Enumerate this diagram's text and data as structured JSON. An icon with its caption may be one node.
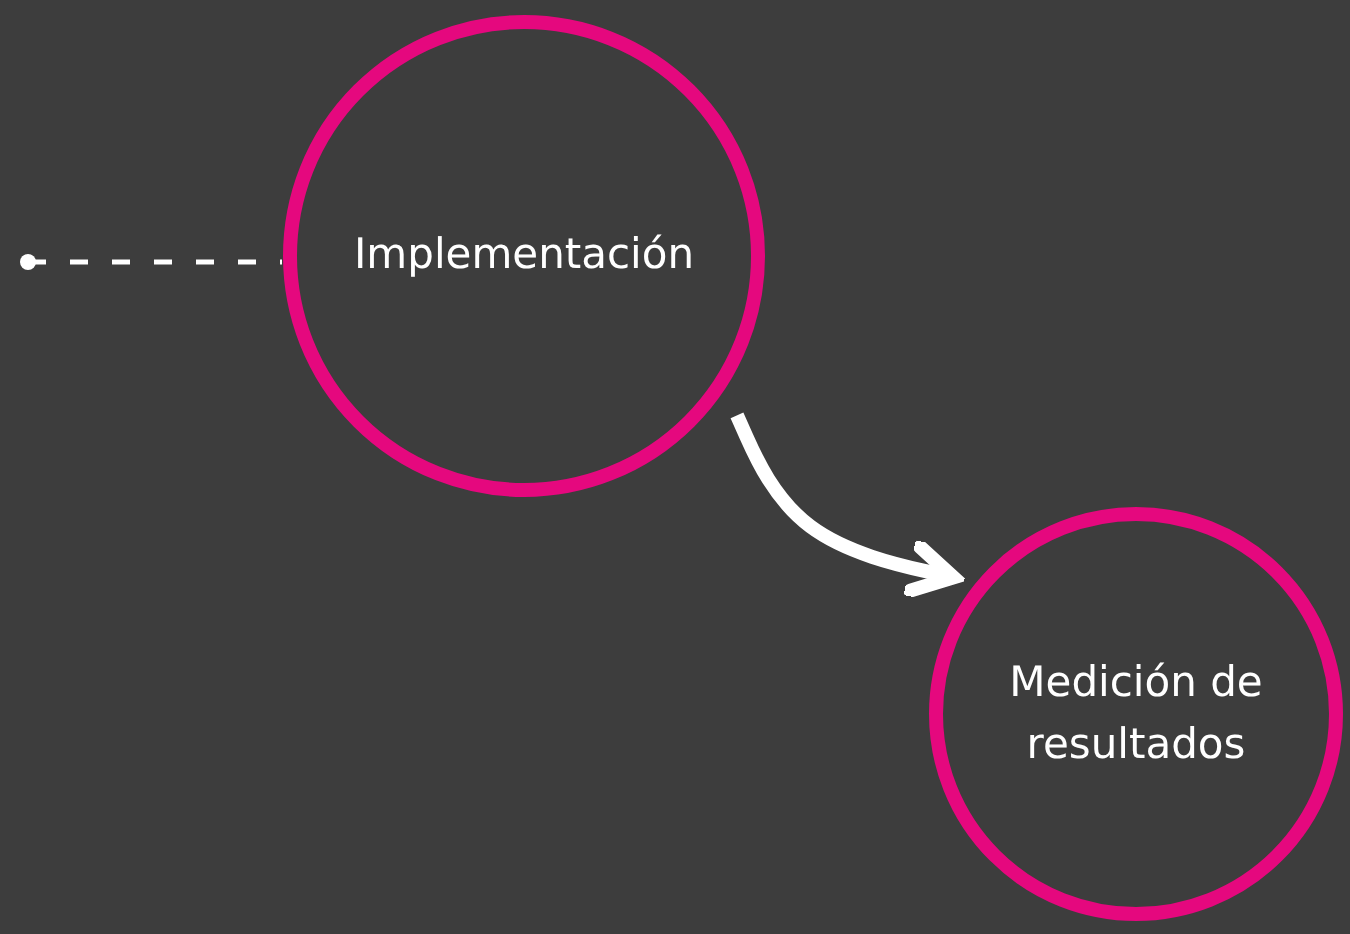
{
  "diagram": {
    "nodes": [
      {
        "text": [
          "Implementación"
        ]
      },
      {
        "text": [
          "Medición de resultados"
        ]
      }
    ],
    "edges": [
      {
        "from": null,
        "to": 0,
        "arrow": "other",
        "style": "dashed"
      },
      {
        "from": 0,
        "to": 1,
        "arrow": "to",
        "style": "thick"
      }
    ]
  }
}
